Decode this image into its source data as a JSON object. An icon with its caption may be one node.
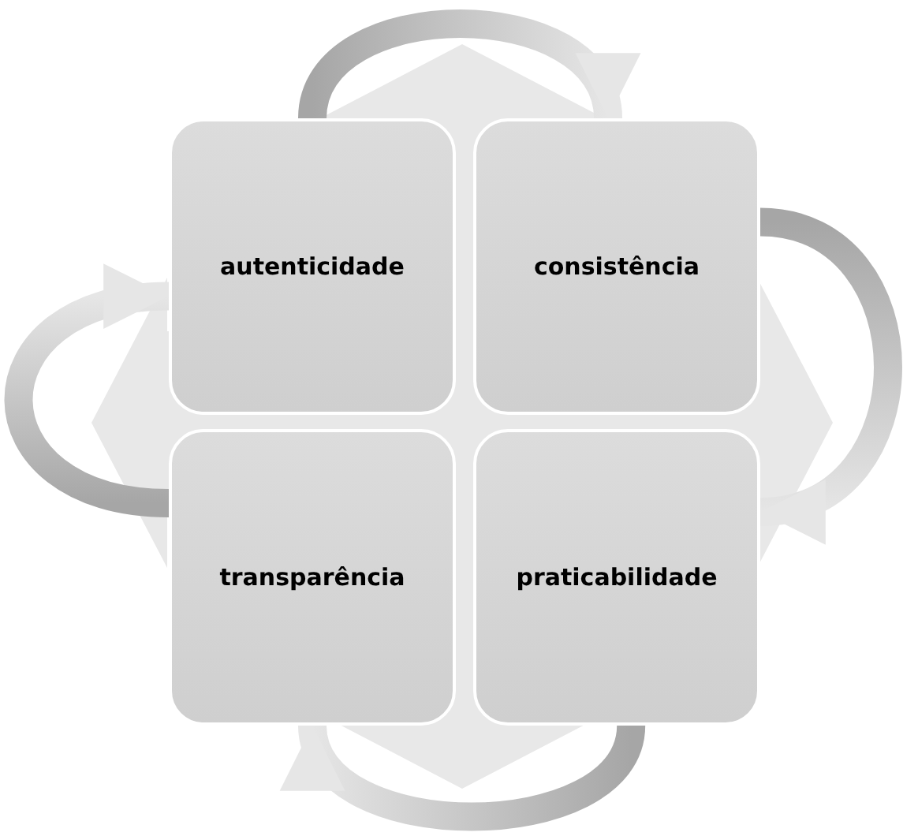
{
  "diagram": {
    "nodes": [
      {
        "text": [
          "autenticidade"
        ]
      },
      {
        "text": [
          "consistência"
        ]
      },
      {
        "text": [
          "transparência"
        ]
      },
      {
        "text": [
          "praticabilidade"
        ]
      }
    ],
    "edges": [
      {
        "from": 0,
        "to": 1,
        "arrow": "to"
      },
      {
        "from": 1,
        "to": 3,
        "arrow": "to"
      },
      {
        "from": 3,
        "to": 2,
        "arrow": "to"
      },
      {
        "from": 2,
        "to": 0,
        "arrow": "to"
      }
    ]
  }
}
